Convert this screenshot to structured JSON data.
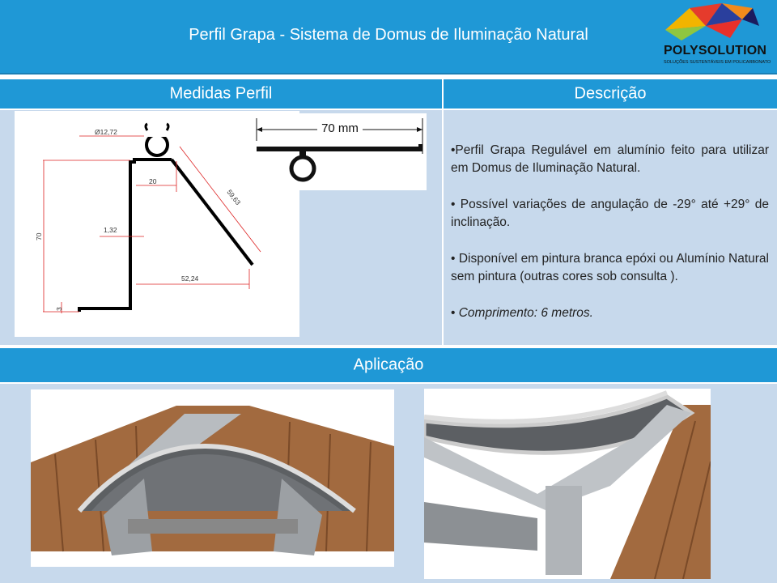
{
  "header": {
    "title": "Perfil Grapa - Sistema de Domus de Iluminação Natural"
  },
  "logo": {
    "name": "POLYSOLUTION",
    "tagline": "SOLUÇÕES SUSTENTÁVEIS EM POLICARBONATO"
  },
  "sections": {
    "medidas": "Medidas Perfil",
    "descricao": "Descrição",
    "aplicacao": "Aplicação"
  },
  "drawing": {
    "diameter": "Ø12,72",
    "d20": "20",
    "d59": "59,63",
    "d70": "70",
    "d132": "1,32",
    "d5224": "52,24",
    "d3": "3",
    "width70": "70 mm"
  },
  "description": {
    "item1": "•Perfil Grapa Regulável em alumínio feito para utilizar em Domus de Iluminação Natural.",
    "item2": "• Possível variações de angulação de -29° até +29° de inclinação.",
    "item3": "• Disponível em pintura branca epóxi ou Alumínio Natural sem pintura (outras cores sob consulta ).",
    "item4_bullet": "• ",
    "item4": "Comprimento: 6 metros."
  },
  "colors": {
    "accent": "#1f98d6",
    "panel": "#c7d9ec"
  }
}
